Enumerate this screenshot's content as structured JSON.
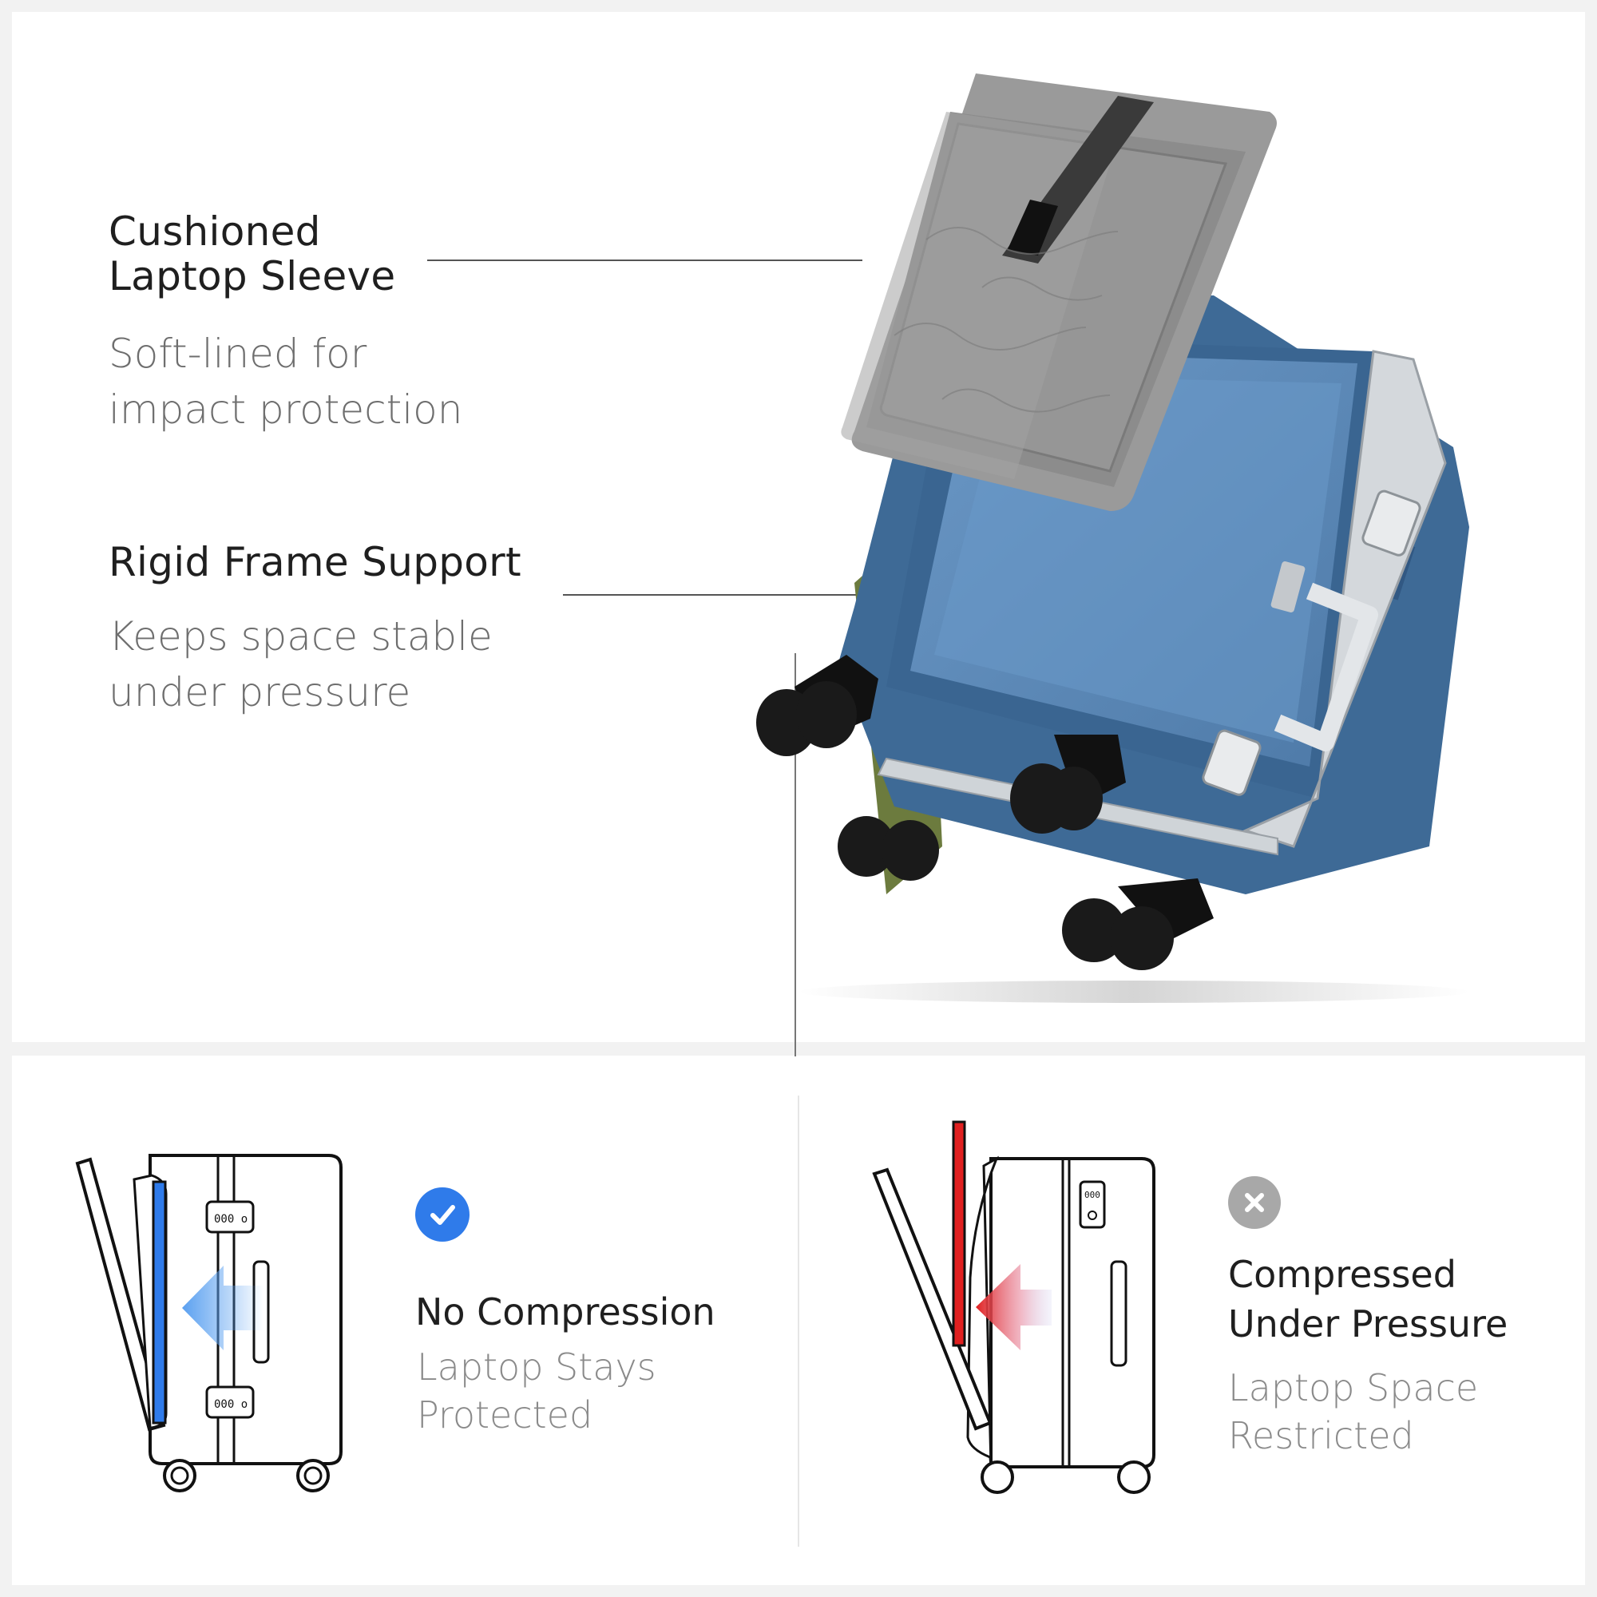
{
  "features": [
    {
      "title_line1": "Cushioned",
      "title_line2": "Laptop Sleeve",
      "desc_line1": "Soft-lined for",
      "desc_line2": "impact protection"
    },
    {
      "title": "Rigid Frame Support",
      "desc_line1": "Keeps space stable",
      "desc_line2": "under pressure"
    }
  ],
  "comparison": {
    "good": {
      "icon": "check-icon",
      "title": "No Compression",
      "desc_line1": "Laptop Stays",
      "desc_line2": "Protected",
      "color": "#2f7bea"
    },
    "bad": {
      "icon": "close-icon",
      "title_line1": "Compressed",
      "title_line2": "Under Pressure",
      "desc_line1": "Laptop Space",
      "desc_line2": "Restricted",
      "color": "#e02020",
      "icon_color": "#a8a8a8"
    }
  },
  "colors": {
    "suitcase_blue": "#3e6a96",
    "sleeve_gray": "#8a8a8a",
    "frame_silver": "#d4d8dc",
    "wheel_black": "#1a1a1a"
  }
}
